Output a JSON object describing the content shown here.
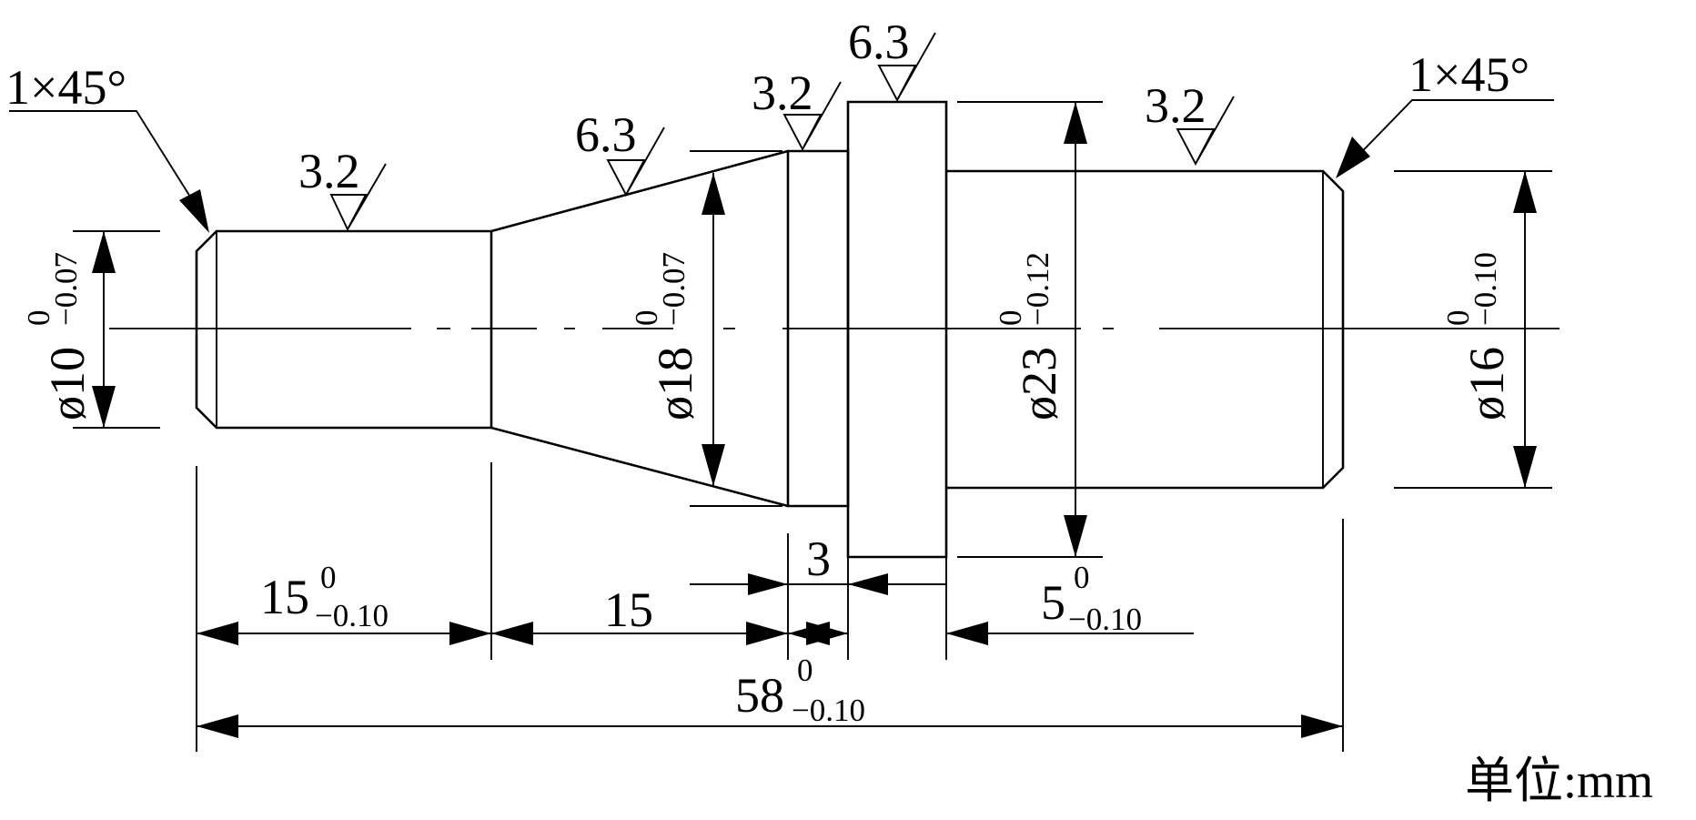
{
  "drawing": {
    "chamfers": {
      "left": "1×45°",
      "right": "1×45°"
    },
    "roughness": {
      "left_cylinder": "3.2",
      "taper": "6.3",
      "neck": "3.2",
      "collar": "6.3",
      "right_cylinder": "3.2"
    },
    "diameters": {
      "d10": {
        "symbol": "ø",
        "nominal": "10",
        "upper": "0",
        "lower": "−0.07"
      },
      "d18": {
        "symbol": "ø",
        "nominal": "18",
        "upper": "0",
        "lower": "−0.07"
      },
      "d23": {
        "symbol": "ø",
        "nominal": "23",
        "upper": "0",
        "lower": "−0.12"
      },
      "d16": {
        "symbol": "ø",
        "nominal": "16",
        "upper": "0",
        "lower": "−0.10"
      }
    },
    "lengths": {
      "l15_tol": {
        "nominal": "15",
        "upper": "0",
        "lower": "−0.10"
      },
      "l15": {
        "nominal": "15"
      },
      "l3": {
        "nominal": "3"
      },
      "l5": {
        "nominal": "5",
        "upper": "0",
        "lower": "−0.10"
      },
      "l58": {
        "nominal": "58",
        "upper": "0",
        "lower": "−0.10"
      }
    },
    "unit_label": "单位:mm"
  }
}
